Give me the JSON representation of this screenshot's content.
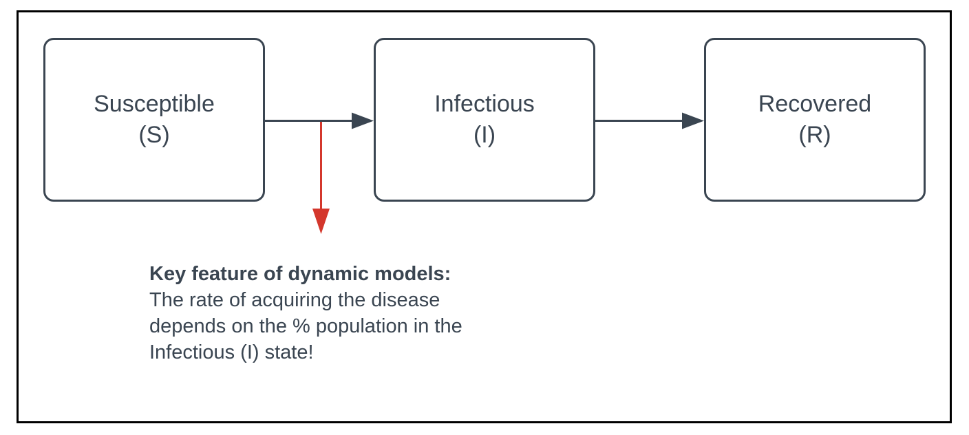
{
  "diagram": {
    "nodes": [
      {
        "id": "susceptible",
        "name": "Susceptible",
        "symbol": "(S)"
      },
      {
        "id": "infectious",
        "name": "Infectious",
        "symbol": "(I)"
      },
      {
        "id": "recovered",
        "name": "Recovered",
        "symbol": "(R)"
      }
    ],
    "arrows": [
      {
        "id": "s-to-i",
        "from": "Susceptible (S)",
        "to": "Infectious (I)"
      },
      {
        "id": "i-to-r",
        "from": "Infectious (I)",
        "to": "Recovered (R)"
      },
      {
        "id": "callout",
        "from": "S-to-I connector",
        "to": "annotation text",
        "direction": "down"
      }
    ],
    "annotation": {
      "heading": "Key feature of dynamic models:",
      "lines": [
        "The rate of acquiring the disease",
        "depends on the % population in the",
        "Infectious (I) state!"
      ]
    }
  },
  "colors": {
    "node_border": "#3a4551",
    "text": "#3a4551",
    "arrow": "#3a4551",
    "highlight_arrow": "#d4372c",
    "canvas_border": "#000000",
    "background": "#ffffff"
  }
}
